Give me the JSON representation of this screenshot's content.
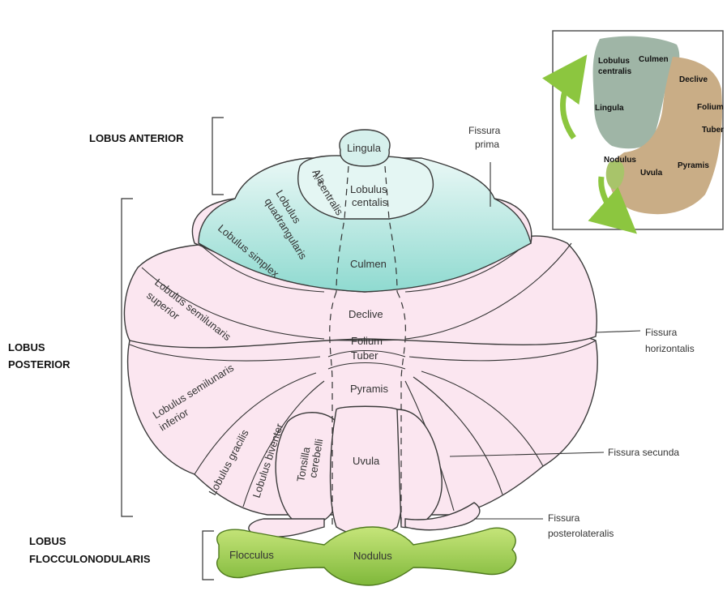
{
  "lobes": {
    "anterior": "LOBUS ANTERIOR",
    "posterior_1": "LOBUS",
    "posterior_2": "POSTERIOR",
    "flocculonodular_1": "LOBUS",
    "flocculonodular_2": "FLOCCULONODULARIS"
  },
  "parts": {
    "lingula": "Lingula",
    "ala_1": "Ala",
    "ala_2": "l. centralis",
    "lobulus_centralis_1": "Lobulus",
    "lobulus_centralis_2": "centalis",
    "quadrangularis_1": "Lobulus",
    "quadrangularis_2": "quadrangularis",
    "simplex": "Lobulus simplex",
    "culmen": "Culmen",
    "semi_sup_1": "Lobulus semilunaris",
    "semi_sup_2": "superior",
    "declive": "Declive",
    "folium": "Folium",
    "tuber": "Tuber",
    "pyramis": "Pyramis",
    "semi_inf_1": "Lobulus semilunaris",
    "semi_inf_2": "inferior",
    "gracilis": "Lobulus gracilis",
    "biventer": "Lobulus biventer",
    "tonsilla_1": "Tonsilla",
    "tonsilla_2": "cerebelli",
    "uvula": "Uvula",
    "flocculus": "Flocculus",
    "nodulus": "Nodulus"
  },
  "fissures": {
    "prima_1": "Fissura",
    "prima_2": "prima",
    "horizontalis_1": "Fissura",
    "horizontalis_2": "horizontalis",
    "secunda": "Fissura secunda",
    "posterolateralis_1": "Fissura",
    "posterolateralis_2": "posterolateralis"
  },
  "inset": {
    "lobulus_centralis_1": "Lobulus",
    "lobulus_centralis_2": "centralis",
    "culmen": "Culmen",
    "declive": "Declive",
    "lingula": "Lingula",
    "folium": "Folium",
    "tuber": "Tuber",
    "nodulus": "Nodulus",
    "uvula": "Uvula",
    "pyramis": "Pyramis"
  },
  "colors": {
    "posterior_lobe": "#fbe6f0",
    "anterior_lobe": "#c5ece6",
    "flocculonodular_lobe": "#a8d25a",
    "inset_anterior": "#9fb5a6",
    "inset_posterior": "#c9ad86",
    "arrow_green": "#8cc63f"
  }
}
